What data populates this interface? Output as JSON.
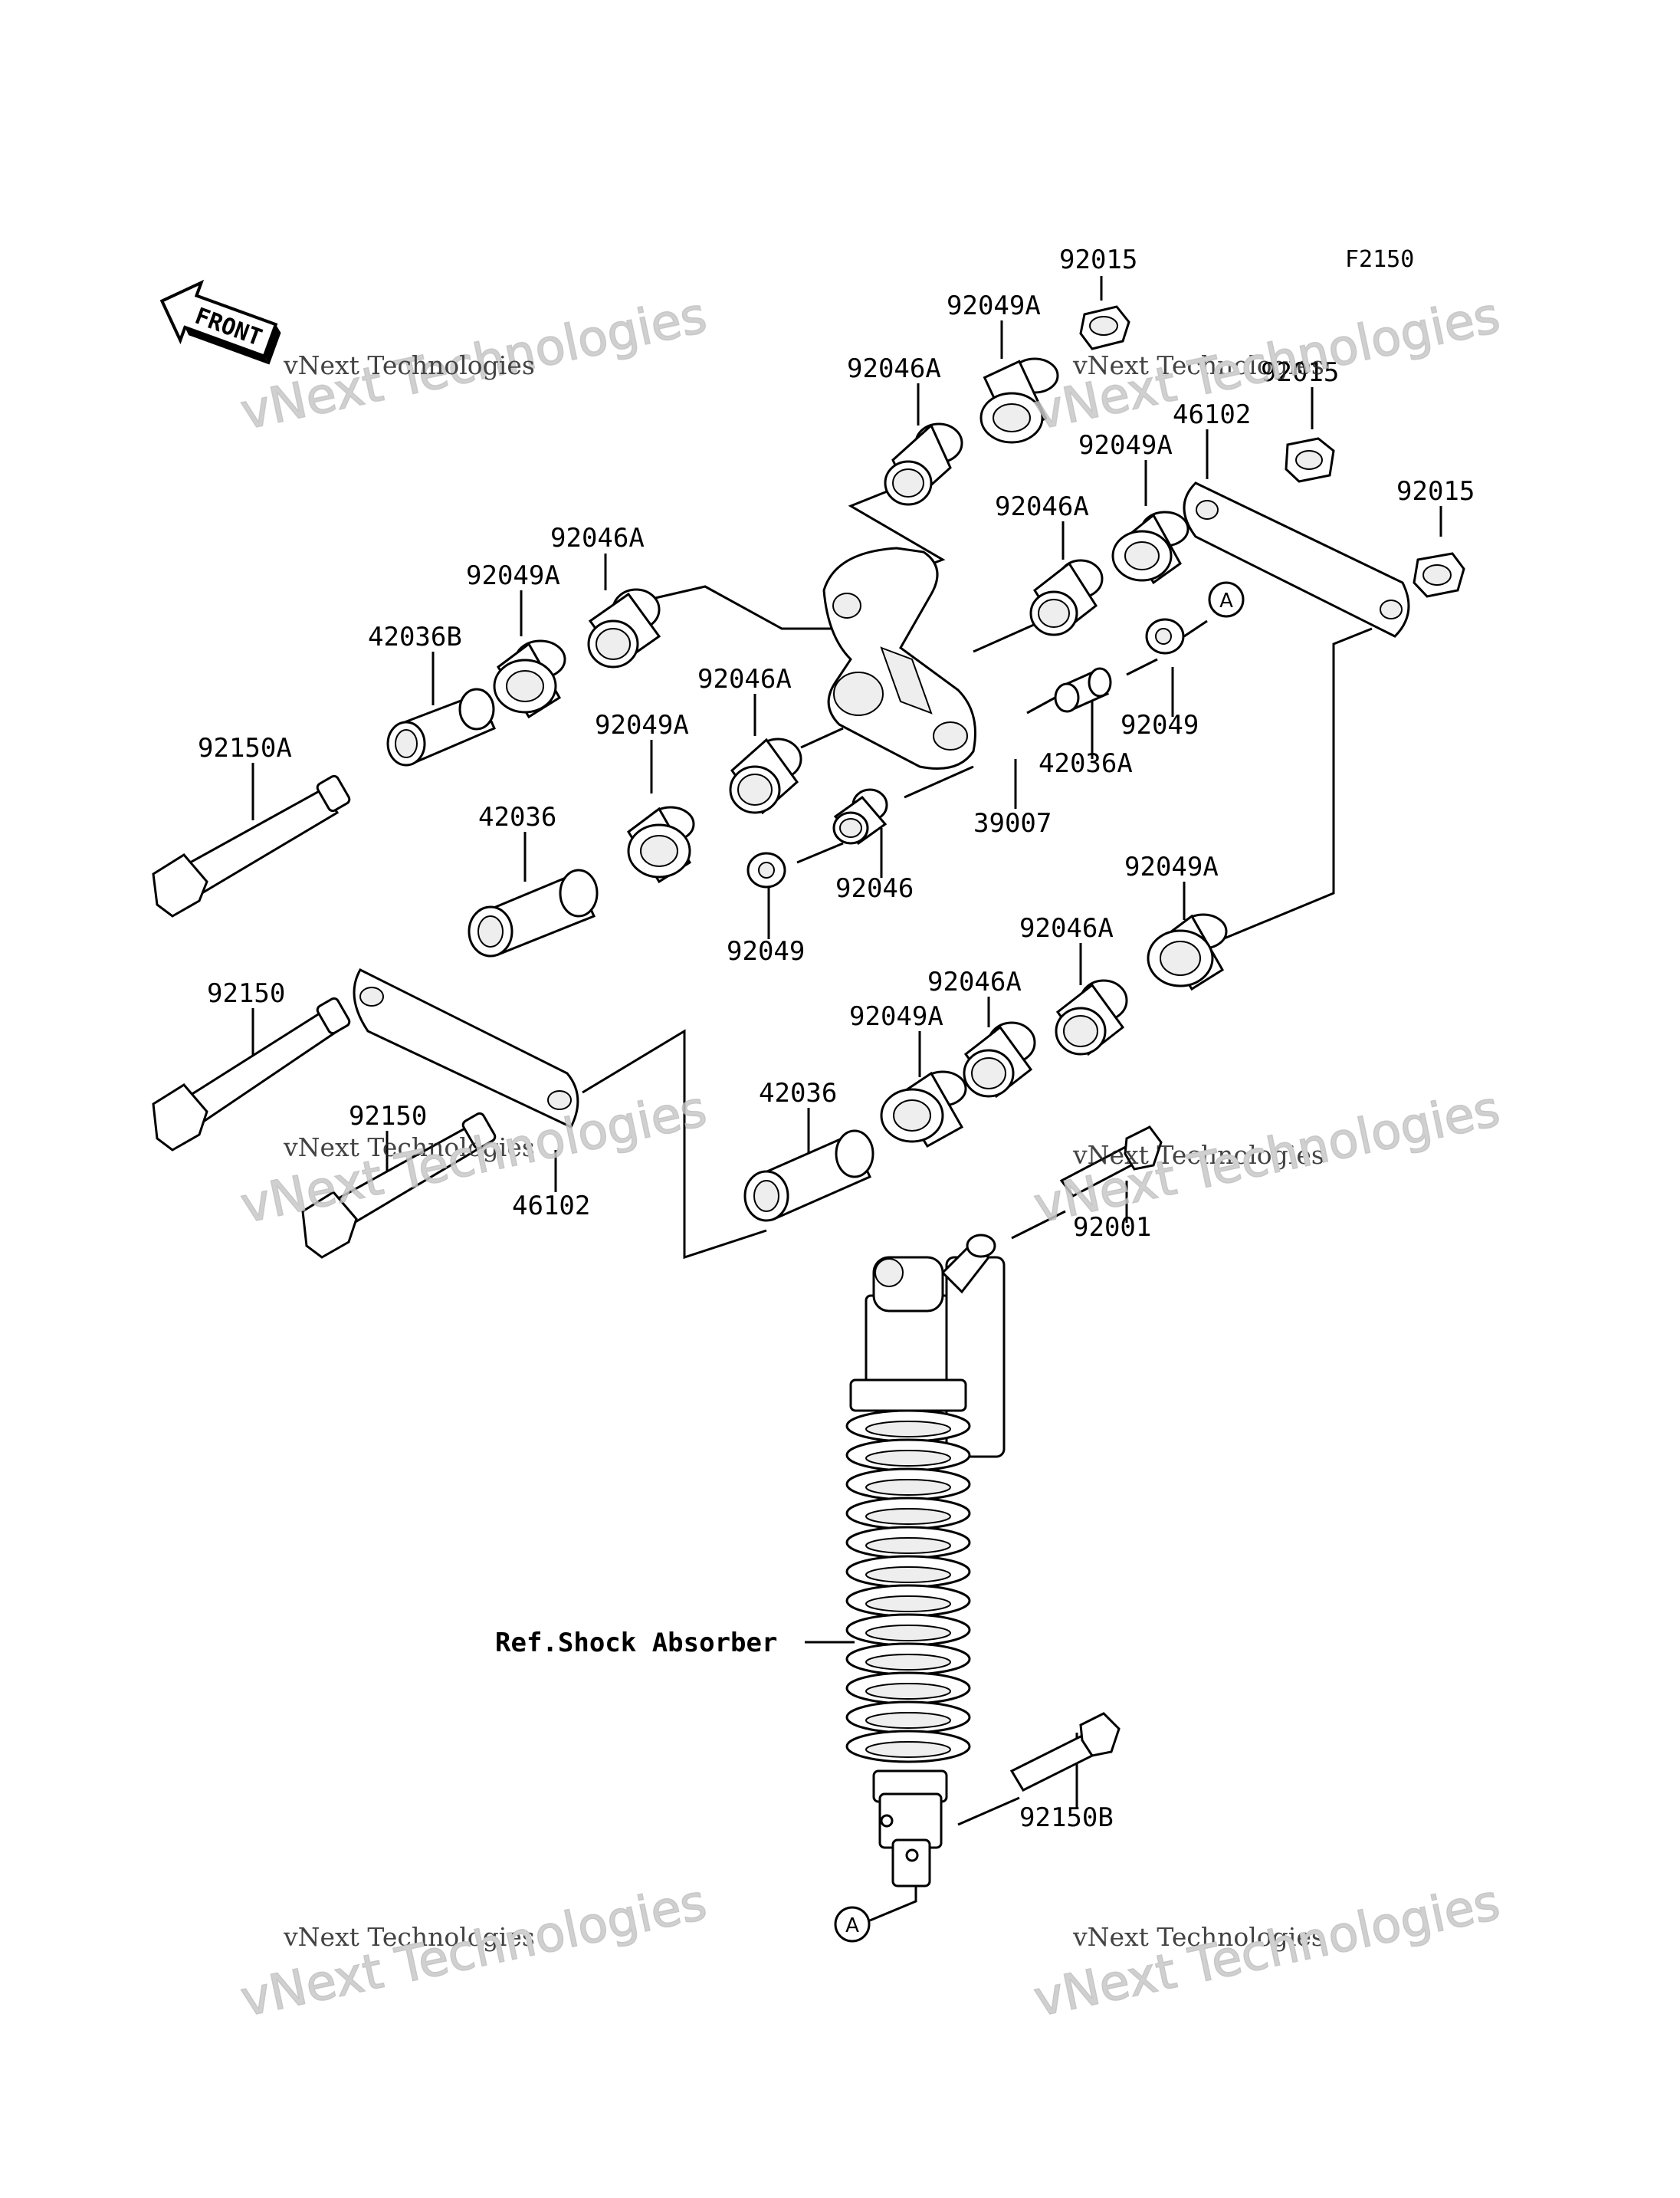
{
  "figure_code": "F2150",
  "front_label": "FRONT",
  "reference_label": "Ref.Shock Absorber",
  "callout_letter": "A",
  "watermark": {
    "big": "vNext Technologies",
    "small": "vNext Technologies"
  },
  "parts": {
    "p92015_top": "92015",
    "p92049A_top": "92049A",
    "p92046A_top": "92046A",
    "p92015_mid": "92015",
    "p46102_right": "46102",
    "p92049A_mid": "92049A",
    "p92015_right": "92015",
    "p92046A_mid": "92046A",
    "p92046A_left": "92046A",
    "p92049A_left": "92049A",
    "p42036B": "42036B",
    "p92046A_center": "92046A",
    "p92049A_center": "92049A",
    "p92150A": "92150A",
    "p42036_left": "42036",
    "p42036A": "42036A",
    "p92049_right": "92049",
    "p39007": "39007",
    "p92046": "92046",
    "p92049_center": "92049",
    "p92049A_low": "92049A",
    "p92046A_low": "92046A",
    "p92046A_low2": "92046A",
    "p92049A_low2": "92049A",
    "p92150": "92150",
    "p92150_2": "92150",
    "p46102_left": "46102",
    "p42036_low": "42036",
    "p92001": "92001",
    "p92150B": "92150B"
  }
}
